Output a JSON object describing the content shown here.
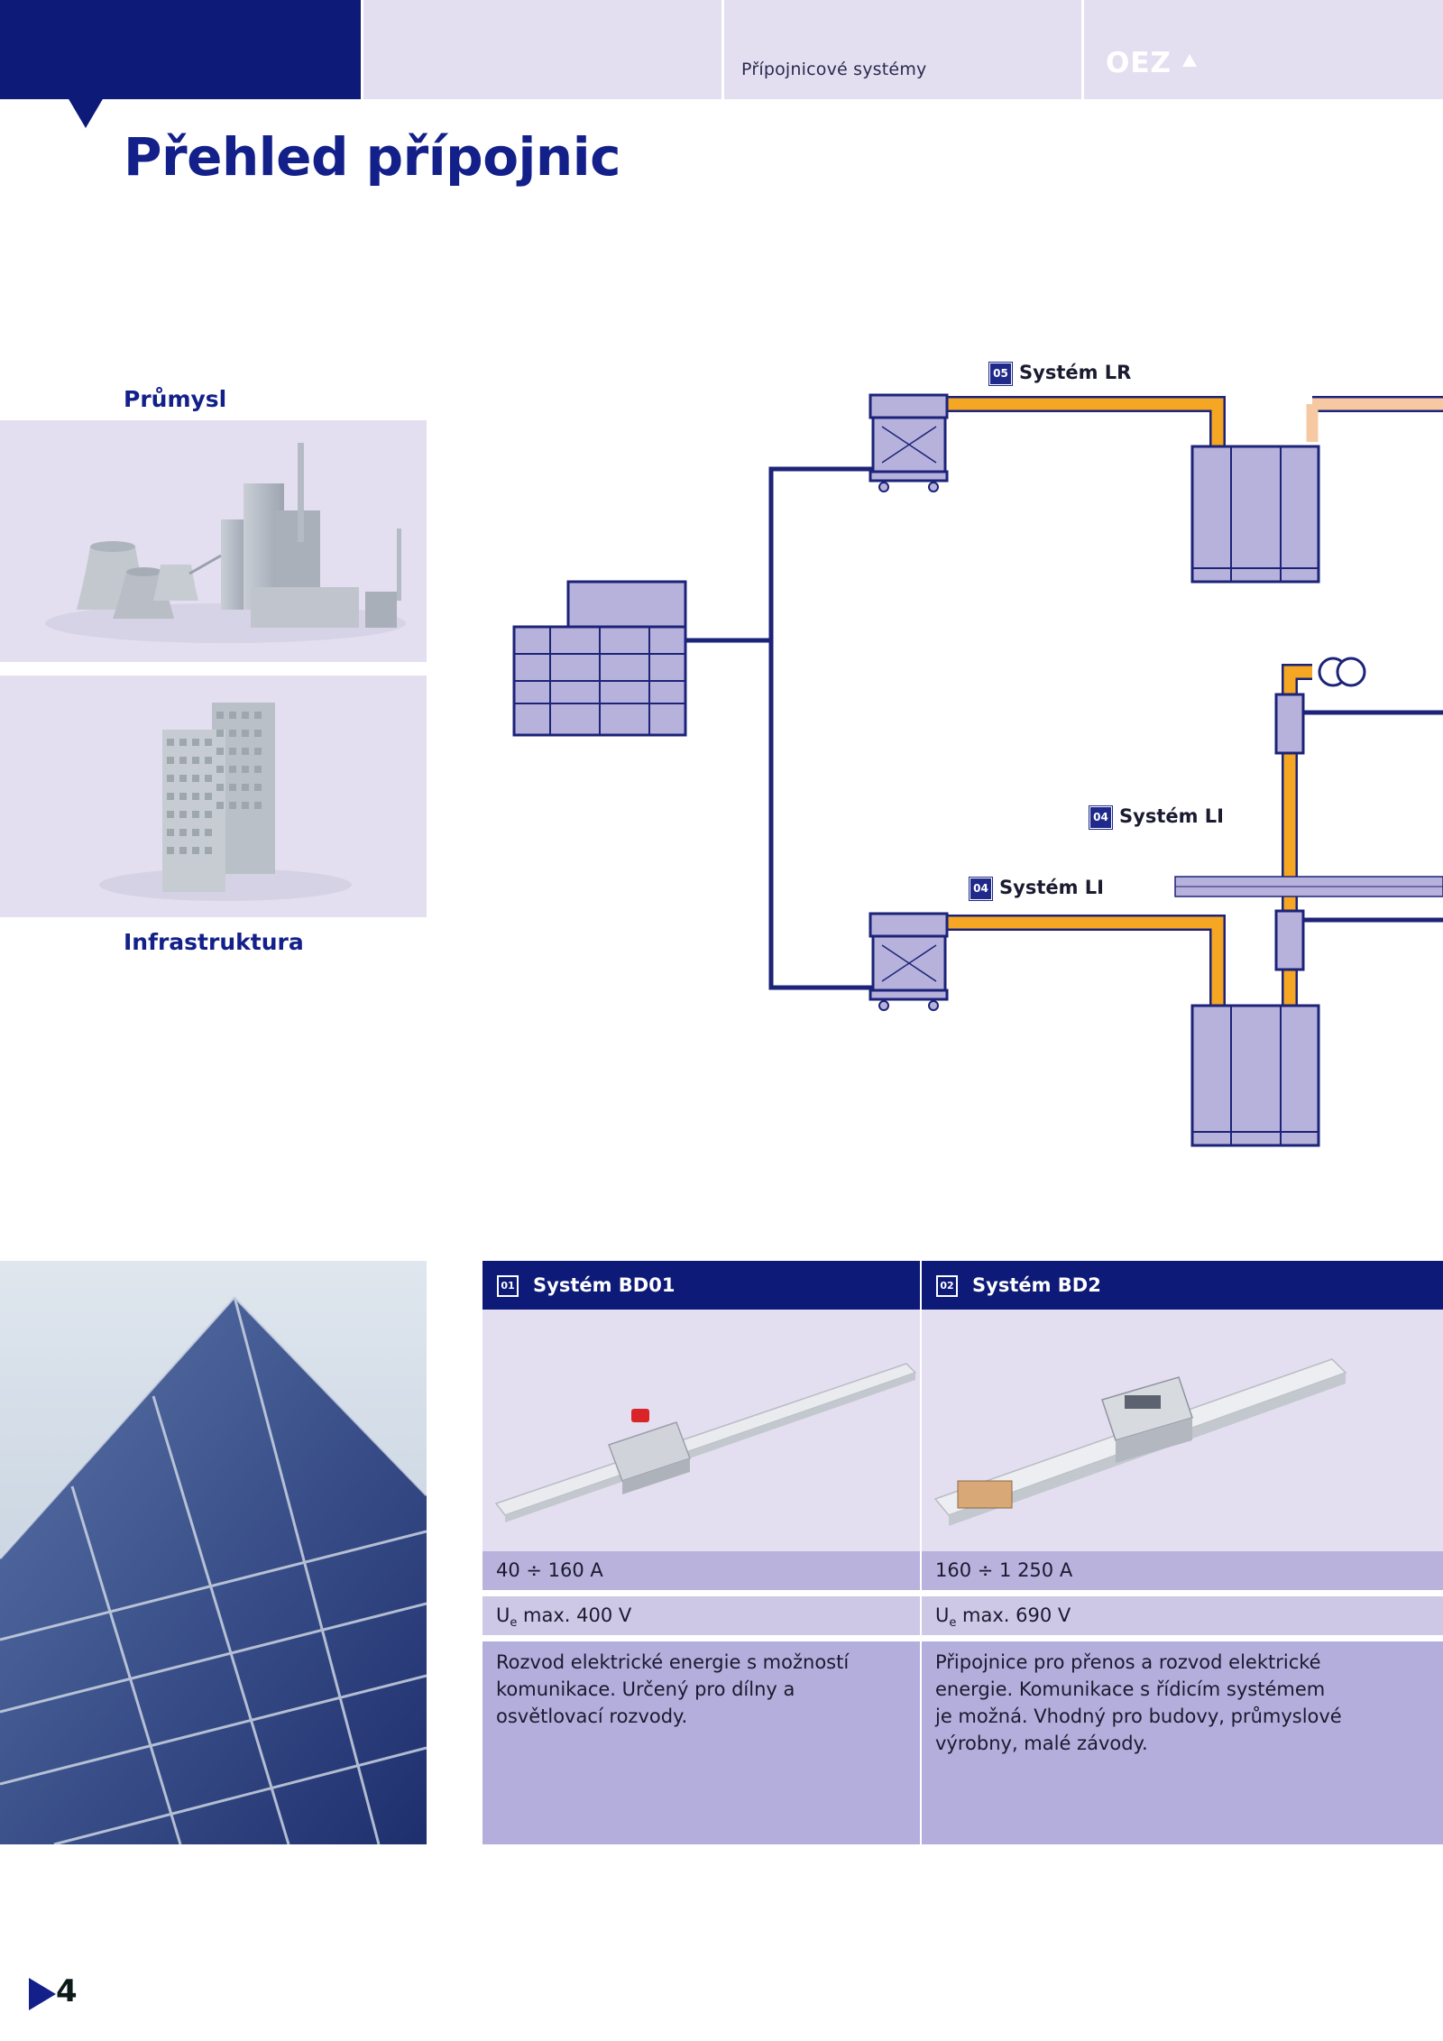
{
  "header": {
    "section_label": "Přípojnicové systémy",
    "logo_text": "OEZ"
  },
  "page_title": "Přehled přípojnic",
  "sectors": {
    "industry_label": "Průmysl",
    "infrastructure_label": "Infrastruktura"
  },
  "diagram": {
    "labels": [
      {
        "badge": "05",
        "text": "Systém LR"
      },
      {
        "badge": "04",
        "text": "Systém LI"
      },
      {
        "badge": "04",
        "text": "Systém LI"
      }
    ],
    "colors": {
      "busbar": "#f5a623",
      "busbar_light": "#f7c9a3",
      "cable": "#1c2378",
      "equipment": "#b7b2dc"
    }
  },
  "table": {
    "columns": [
      {
        "badge": "01",
        "title": "Systém BD01",
        "current": "40 ÷ 160 A",
        "voltage_prefix": "U",
        "voltage_sub": "e",
        "voltage_value": " max. 400 V",
        "description": "Rozvod elektrické energie s možností komunikace. Určený pro dílny a osvětlovací rozvody."
      },
      {
        "badge": "02",
        "title": "Systém BD2",
        "current": "160 ÷ 1 250 A",
        "voltage_prefix": "U",
        "voltage_sub": "e",
        "voltage_value": " max. 690 V",
        "description": "Připojnice pro přenos a rozvod elektrické energie. Komunikace s řídicím systémem je možná. Vhodný pro budovy, průmyslové výrobny, malé závody."
      }
    ]
  },
  "page_number": "4"
}
